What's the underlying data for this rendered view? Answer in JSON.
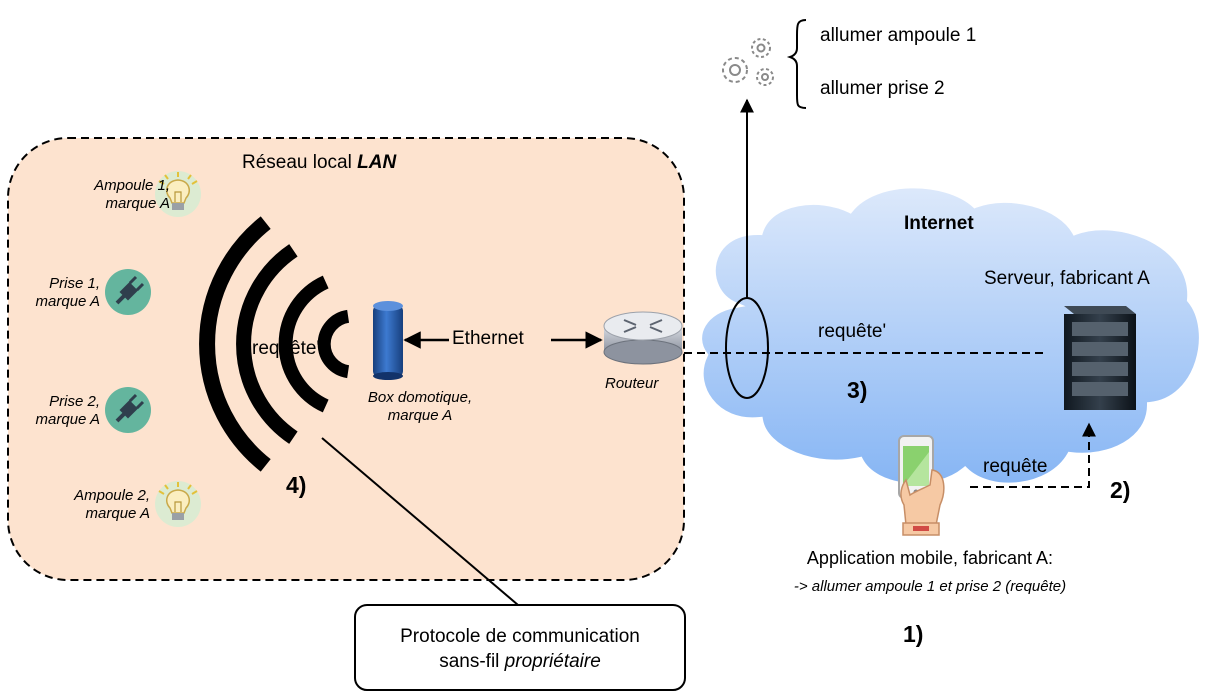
{
  "lan": {
    "title_prefix": "Réseau local ",
    "title_emphasis": "LAN",
    "devices": [
      {
        "line1": "Ampoule 1,",
        "line2": "marque A",
        "icon": "lightbulb-icon"
      },
      {
        "line1": "Prise 1,",
        "line2": "marque A",
        "icon": "plug-icon"
      },
      {
        "line1": "Prise 2,",
        "line2": "marque A",
        "icon": "plug-icon"
      },
      {
        "line1": "Ampoule 2,",
        "line2": "marque A",
        "icon": "lightbulb-icon"
      }
    ],
    "wireless_request": "requête\"",
    "box": {
      "line1": "Box domotique,",
      "line2": "marque A"
    },
    "ethernet": "Ethernet",
    "router": "Routeur",
    "step4": "4)"
  },
  "protocol_note": {
    "line1": "Protocole de communication",
    "line2_prefix": "sans-fil ",
    "line2_emphasis": "propriétaire"
  },
  "internet": {
    "title": "Internet",
    "server": "Serveur, fabricant A",
    "request_prime": "requête'",
    "request": "requête",
    "step3": "3)",
    "step2": "2)"
  },
  "mobile": {
    "line1": "Application mobile, fabricant A:",
    "line2": "-> allumer ampoule 1 et prise 2 (requête)",
    "step1": "1)"
  },
  "actions": {
    "items": [
      "allumer ampoule 1",
      "allumer prise 2"
    ],
    "icon": "gears-icon"
  },
  "colors": {
    "lan_fill": "#fde3cf",
    "cloud_top": "#dbe8fb",
    "cloud_bottom": "#8ab8f5",
    "device_circle": "#dcebd2",
    "plug_circle": "#64b59e",
    "box_blue": "#1f5aa8"
  }
}
